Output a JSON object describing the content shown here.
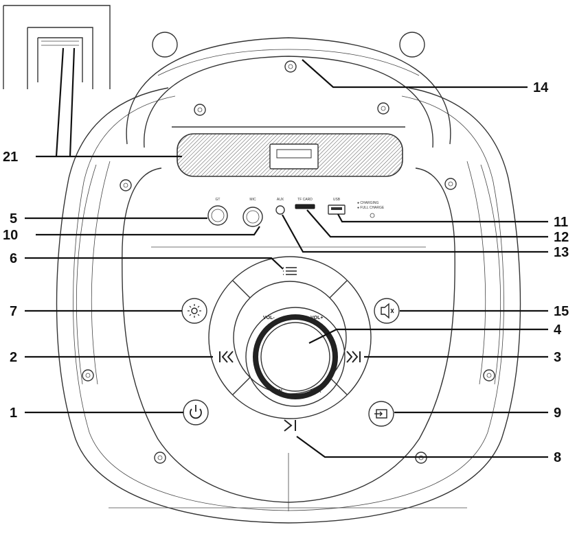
{
  "callouts": {
    "n1": "1",
    "n2": "2",
    "n3": "3",
    "n4": "4",
    "n5": "5",
    "n6": "6",
    "n7": "7",
    "n8": "8",
    "n9": "9",
    "n10": "10",
    "n11": "11",
    "n12": "12",
    "n13": "13",
    "n14": "14",
    "n15": "15",
    "n21": "21"
  },
  "panel_labels": {
    "jack1": "GT",
    "jack2": "MIC",
    "aux": "AUX",
    "tf": "TF CARD",
    "usb": "USB",
    "led_line1": "● CHARGING",
    "led_line2": "● FULL CHARGE"
  },
  "knob_labels": {
    "vol_minus": "VOL-",
    "vol_plus": "VOL+",
    "min": "MIN",
    "max": "MAX"
  },
  "colors": {
    "line": "#333333",
    "leader": "#111111",
    "background": "#ffffff"
  }
}
